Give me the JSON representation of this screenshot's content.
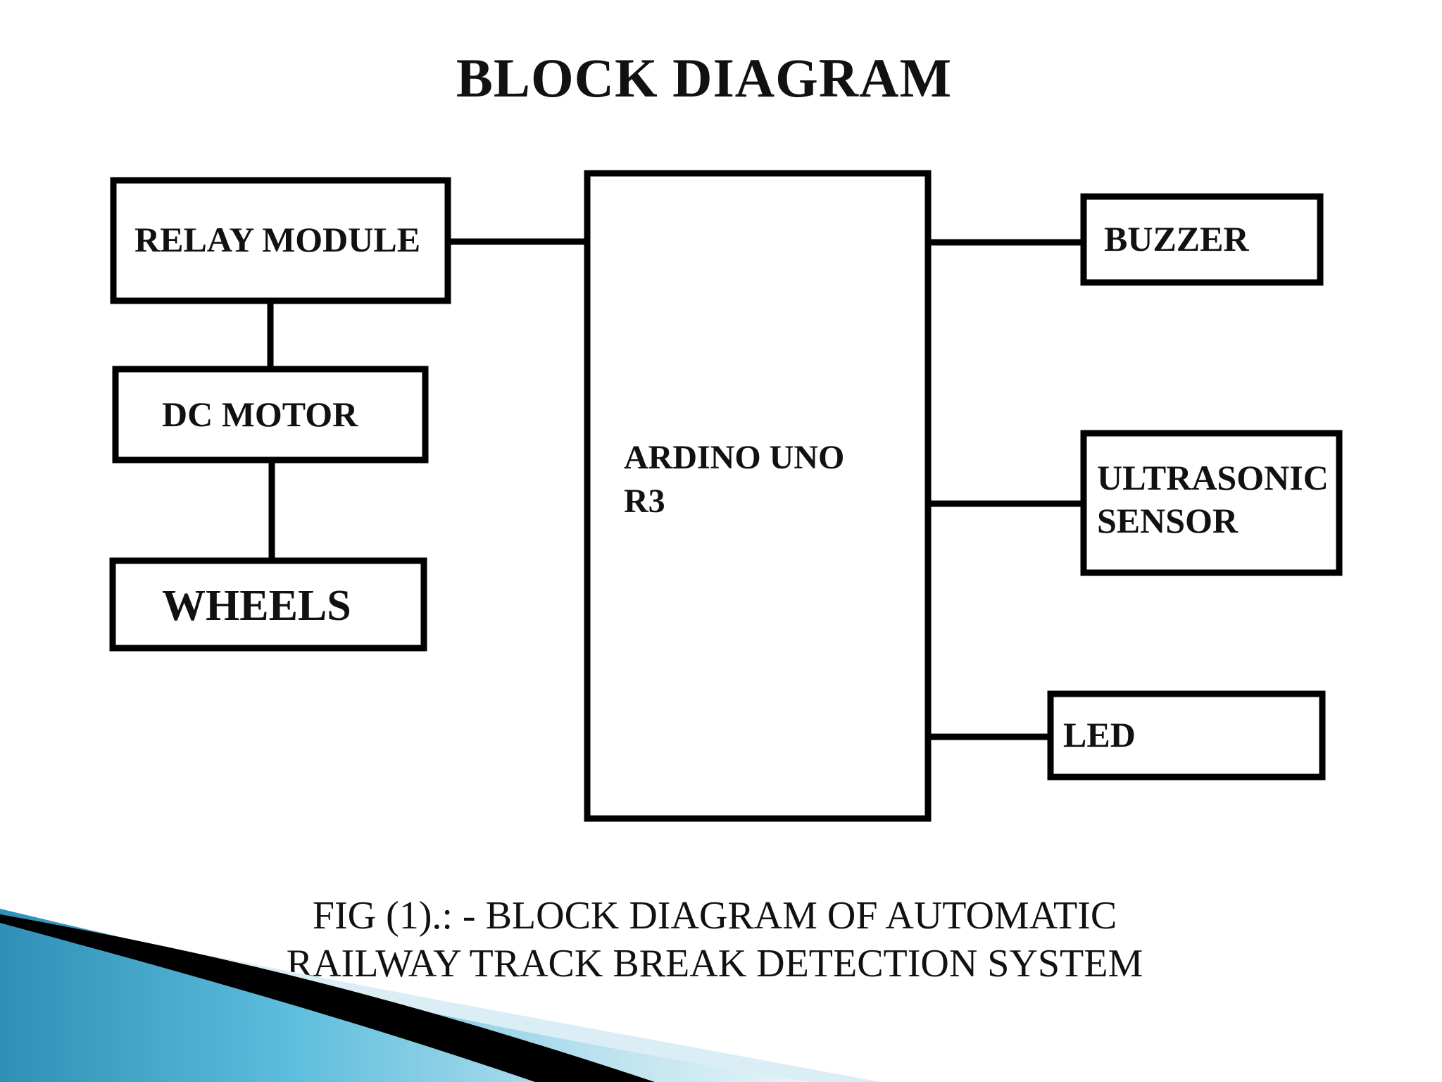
{
  "title": "BLOCK DIAGRAM",
  "blocks": {
    "relay_module": "RELAY MODULE",
    "dc_motor": "DC MOTOR",
    "wheels": "WHEELS",
    "arduino_line1": "ARDINO UNO",
    "arduino_line2": "R3",
    "buzzer": "BUZZER",
    "ultrasonic_line1": "ULTRASONIC",
    "ultrasonic_line2": "SENSOR",
    "led": "LED"
  },
  "caption": {
    "line1": "FIG (1).: - BLOCK DIAGRAM OF AUTOMATIC",
    "line2": "RAILWAY TRACK BREAK DETECTION SYSTEM"
  },
  "colors": {
    "stroke": "#000000",
    "text": "#111111",
    "accent_blue": "#3fa6c9",
    "accent_dark": "#000000"
  }
}
